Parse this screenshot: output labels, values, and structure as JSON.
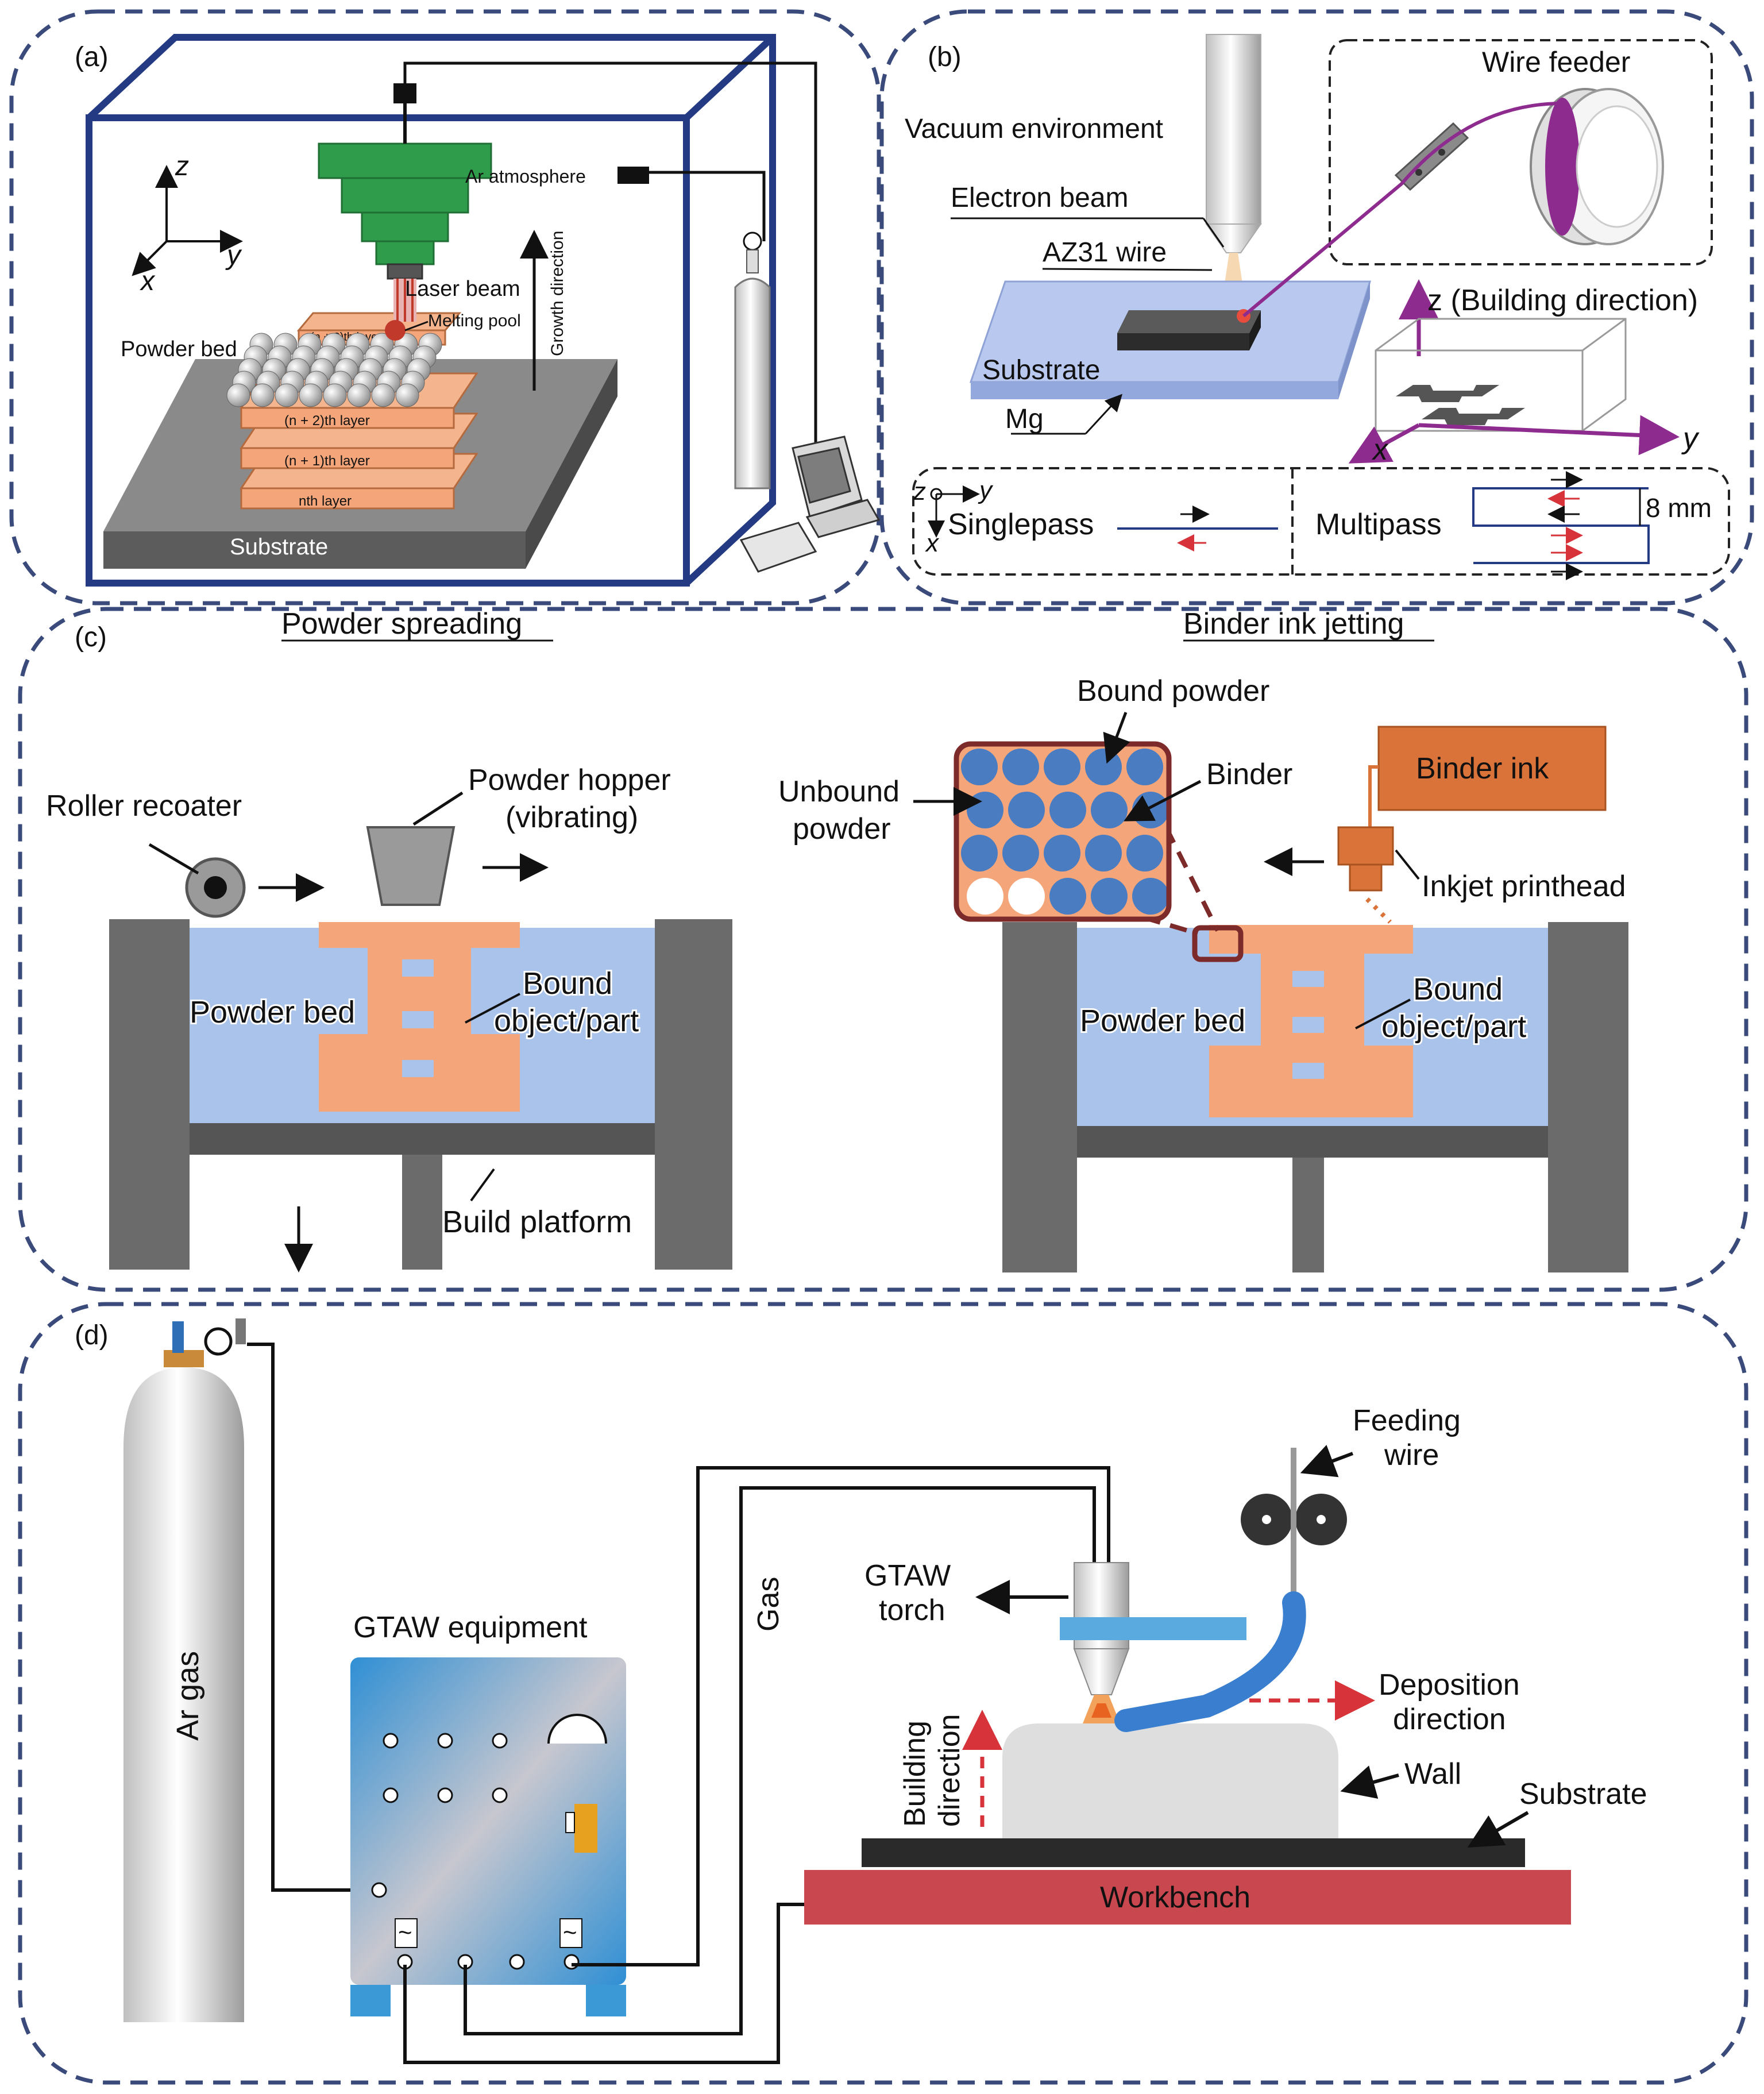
{
  "panel_a": {
    "label": "(a)",
    "axis_z": "z",
    "axis_y": "y",
    "axis_x": "x",
    "ar_atmosphere": "Ar atmosphere",
    "growth_direction": "Growth direction",
    "laser_beam": "Laser beam",
    "melting_pool": "Melting pool",
    "powder_bed": "Powder bed",
    "layer_n3": "(n + 3)th layer",
    "layer_n2": "(n + 2)th layer",
    "layer_n1": "(n + 1)th layer",
    "layer_n": "nth layer",
    "substrate": "Substrate"
  },
  "panel_b": {
    "label": "(b)",
    "vacuum_environment": "Vacuum environment",
    "electron_beam": "Electron beam",
    "az31_wire": "AZ31 wire",
    "substrate": "Substrate",
    "mg": "Mg",
    "wire_feeder": "Wire feeder",
    "z_building": "z (Building direction)",
    "axis_x": "x",
    "axis_y": "y",
    "axis_z": "z",
    "singlepass": "Singlepass",
    "multipass": "Multipass",
    "spacing": "8 mm"
  },
  "panel_c": {
    "label": "(c)",
    "powder_spreading": "Powder spreading",
    "binder_ink_jetting": "Binder ink jetting",
    "roller_recoater": "Roller recoater",
    "powder_hopper_1": "Powder hopper",
    "powder_hopper_2": "(vibrating)",
    "powder_bed_left": "Powder bed",
    "bound_1": "Bound",
    "bound_2": "object/part",
    "build_platform": "Build platform",
    "bound_powder": "Bound powder",
    "unbound_1": "Unbound",
    "unbound_2": "powder",
    "binder": "Binder",
    "binder_ink": "Binder ink",
    "inkjet_printhead": "Inkjet printhead",
    "powder_bed_right": "Powder bed"
  },
  "panel_d": {
    "label": "(d)",
    "ar_gas": "Ar gas",
    "gtaw_equipment": "GTAW equipment",
    "gas": "Gas",
    "gtaw_torch_1": "GTAW",
    "gtaw_torch_2": "torch",
    "feeding_wire_1": "Feeding",
    "feeding_wire_2": "wire",
    "deposition_1": "Deposition",
    "deposition_2": "direction",
    "building_1": "Building",
    "building_2": "direction",
    "wall": "Wall",
    "substrate": "Substrate",
    "workbench": "Workbench",
    "ac_symbol": "~"
  },
  "colors": {
    "dash_border": "#3a4a7a",
    "powder_blue": "#a9c3ea",
    "part_orange": "#f4a67a",
    "frame_grey": "#6b6b6b",
    "binder_box": "#d9733a",
    "green_head": "#2e9c4a",
    "workbench": "#c9474f",
    "equipment_blue": "#3b9ad6"
  }
}
